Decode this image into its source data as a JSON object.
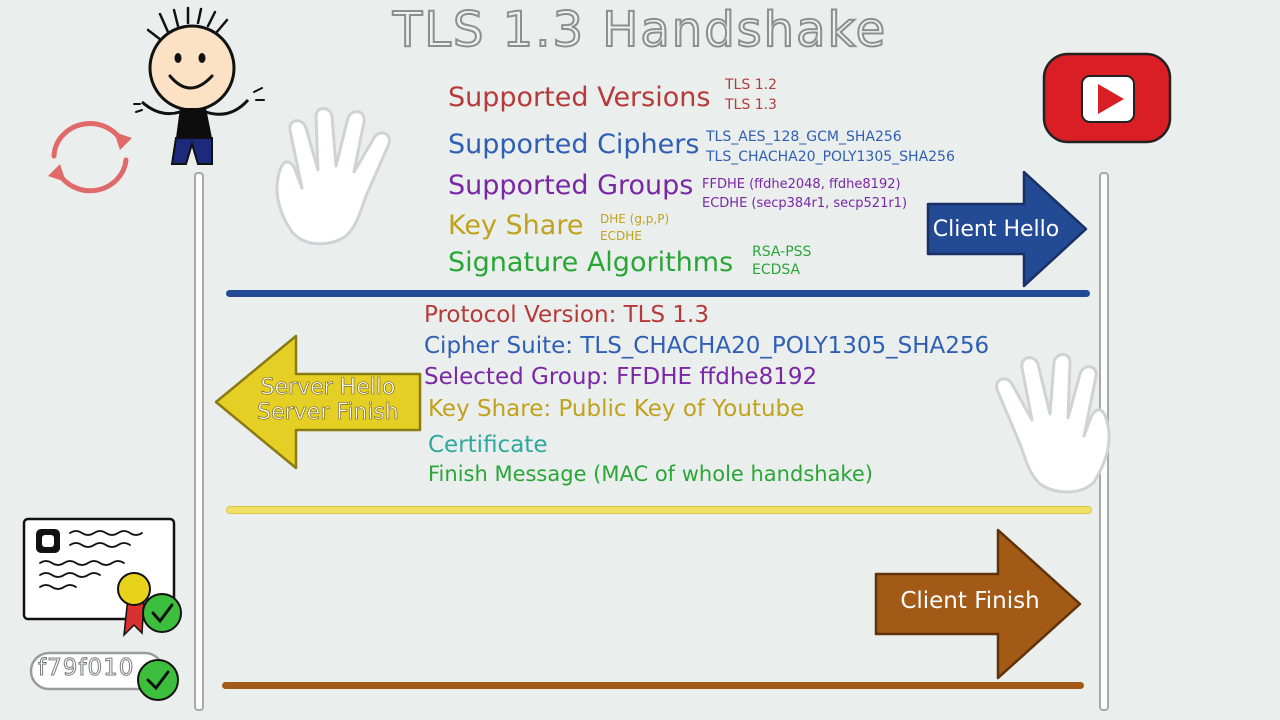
{
  "title": "TLS 1.3 Handshake",
  "colors": {
    "red": "#b63a3a",
    "blue": "#2f5fb4",
    "purple": "#7a27a6",
    "gold": "#c0a21d",
    "green": "#2aa636",
    "teal": "#2fa89d",
    "client_hello_arrow": "#234a94",
    "server_hello_arrow": "#e6cf24",
    "client_finish_arrow": "#a35a17",
    "youtube_red": "#d91f25"
  },
  "icons": {
    "client_avatar": "stick-figure-icon",
    "refresh": "refresh-cycle-icon",
    "youtube": "youtube-logo-icon",
    "client_hand": "waving-hand-icon",
    "server_hand": "waving-hand-icon",
    "certificate": "certificate-icon",
    "key": "key-icon",
    "check": "checkmark-icon"
  },
  "client_hello": {
    "arrow_label": "Client Hello",
    "supported_versions": {
      "label": "Supported Versions",
      "values": [
        "TLS 1.2",
        "TLS 1.3"
      ]
    },
    "supported_ciphers": {
      "label": "Supported Ciphers",
      "values": [
        "TLS_AES_128_GCM_SHA256",
        "TLS_CHACHA20_POLY1305_SHA256"
      ]
    },
    "supported_groups": {
      "label": "Supported Groups",
      "values": [
        "FFDHE (ffdhe2048, ffdhe8192)",
        "ECDHE (secp384r1, secp521r1)"
      ]
    },
    "key_share": {
      "label": "Key Share",
      "values": [
        "DHE (g,p,P)",
        "ECDHE"
      ]
    },
    "signature_algorithms": {
      "label": "Signature Algorithms",
      "values": [
        "RSA-PSS",
        "ECDSA"
      ]
    }
  },
  "server_hello": {
    "arrow_label_1": "Server Hello",
    "arrow_label_2": "Server Finish",
    "protocol_version": "Protocol Version: TLS 1.3",
    "cipher_suite": "Cipher Suite: TLS_CHACHA20_POLY1305_SHA256",
    "selected_group": "Selected Group: FFDHE ffdhe8192",
    "key_share": "Key Share: Public Key of Youtube",
    "certificate": "Certificate",
    "finish_message": "Finish Message (MAC of whole handshake)"
  },
  "client_finish": {
    "arrow_label": "Client Finish"
  },
  "key": {
    "text": "f79f010"
  }
}
